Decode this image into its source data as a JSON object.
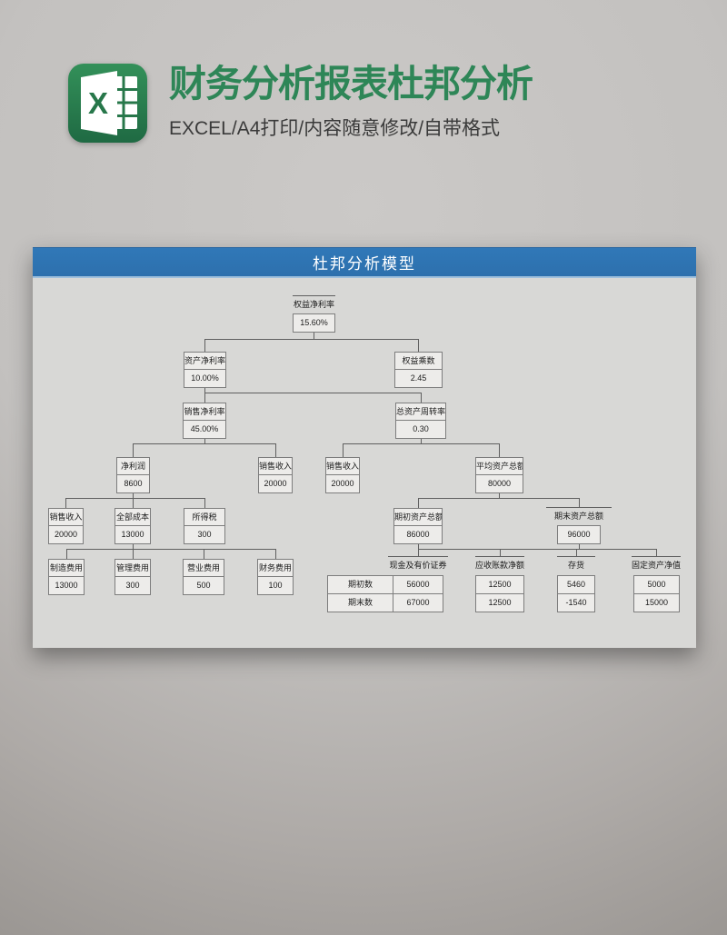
{
  "header": {
    "title": "财务分析报表杜邦分析",
    "subtitle": "EXCEL/A4打印/内容随意修改/自带格式",
    "title_color": "#2e8657",
    "icon": "excel-icon",
    "icon_letter": "X"
  },
  "panel": {
    "title": "杜邦分析模型",
    "title_bar_color": "#2e72b0",
    "body_color": "#d8d8d6"
  },
  "nodes": {
    "roe": {
      "label": "权益净利率",
      "value": "15.60%"
    },
    "roa": {
      "label": "资产净利率",
      "value": "10.00%"
    },
    "equity_multiplier": {
      "label": "权益乘数",
      "value": "2.45"
    },
    "net_margin": {
      "label": "销售净利率",
      "value": "45.00%"
    },
    "asset_turnover": {
      "label": "总资产周转率",
      "value": "0.30"
    },
    "net_profit": {
      "label": "净利润",
      "value": "8600"
    },
    "sales_revenue_a": {
      "label": "销售收入",
      "value": "20000"
    },
    "sales_revenue_b": {
      "label": "销售收入",
      "value": "20000"
    },
    "avg_total_assets": {
      "label": "平均资产总额",
      "value": "80000"
    },
    "sales_revenue_c": {
      "label": "销售收入",
      "value": "20000"
    },
    "total_cost": {
      "label": "全部成本",
      "value": "13000"
    },
    "income_tax": {
      "label": "所得税",
      "value": "300"
    },
    "manufacturing_expense": {
      "label": "制造费用",
      "value": "13000"
    },
    "admin_expense": {
      "label": "管理费用",
      "value": "300"
    },
    "operating_expense": {
      "label": "营业费用",
      "value": "500"
    },
    "financial_expense": {
      "label": "财务费用",
      "value": "100"
    },
    "beginning_total_assets": {
      "label": "期初资产总额",
      "value": "86000"
    },
    "ending_total_assets": {
      "label": "期末资产总额",
      "value": "96000"
    }
  },
  "asset_detail": {
    "columns": [
      "现金及有价证券",
      "应收账款净额",
      "存货",
      "固定资产净值"
    ],
    "row_labels": [
      "期初数",
      "期末数"
    ],
    "rows": [
      [
        "56000",
        "12500",
        "5460",
        "5000"
      ],
      [
        "67000",
        "12500",
        "-1540",
        "15000"
      ]
    ]
  }
}
